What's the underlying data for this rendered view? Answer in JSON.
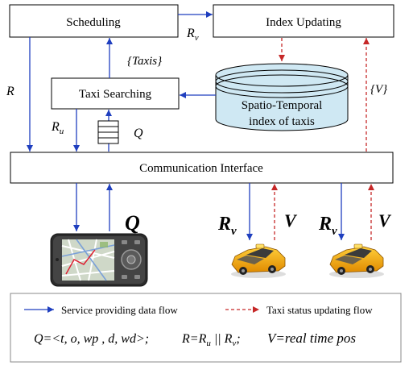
{
  "boxes": {
    "scheduling": "Scheduling",
    "index_updating": "Index Updating",
    "taxi_searching": "Taxi Searching",
    "communication": "Communication Interface",
    "database_line1": "Spatio-Temporal",
    "database_line2": "index of taxis"
  },
  "labels": {
    "r_left": "R",
    "rv_top_R": "R",
    "rv_top_sub": "v",
    "taxis_set": "{Taxis}",
    "v_set": "{V}",
    "ru_R": "R",
    "ru_sub": "u",
    "q_small": "Q",
    "q_big": "Q",
    "rv1_R": "R",
    "rv1_sub": "v",
    "v1": "V",
    "rv2_R": "R",
    "rv2_sub": "v",
    "v2": "V"
  },
  "legend": {
    "blue_flow": "Service providing data flow",
    "red_flow": "Taxi status updating flow",
    "f_q": "Q=<t, o, wp , d, wd>;",
    "f_r_main": "R=R",
    "f_r_sub1": "u",
    "f_r_mid": " || R",
    "f_r_sub2": "v",
    "f_r_end": ";",
    "f_v": "V=real time pos"
  },
  "colors": {
    "blue_arrow": "#1f3fbf",
    "red_arrow": "#c62828",
    "box_border": "#000000",
    "db_fill": "#cfe8f3"
  },
  "icons": {
    "phone": "smartphone-map-icon",
    "taxi": "taxi-car-icon",
    "queue": "queue-stack-icon",
    "database": "database-cylinder-icon"
  }
}
